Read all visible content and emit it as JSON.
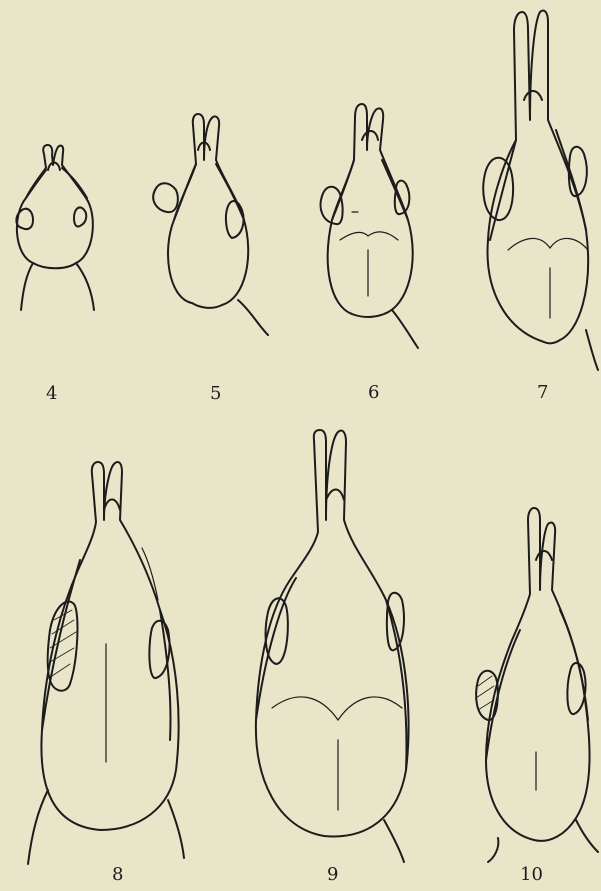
{
  "figures": [
    {
      "id": "4",
      "label": "4"
    },
    {
      "id": "5",
      "label": "5"
    },
    {
      "id": "6",
      "label": "6"
    },
    {
      "id": "7",
      "label": "7"
    },
    {
      "id": "8",
      "label": "8"
    },
    {
      "id": "9",
      "label": "9"
    },
    {
      "id": "10",
      "label": "10"
    }
  ]
}
